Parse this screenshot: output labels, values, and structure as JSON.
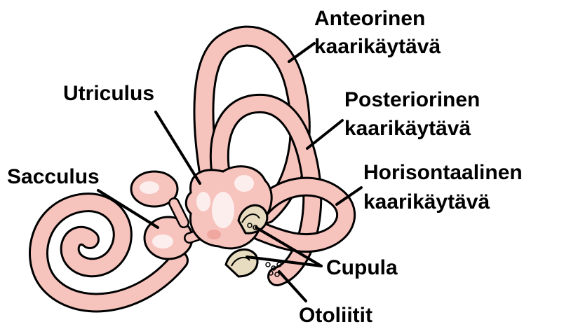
{
  "labels": {
    "anterior_line1": "Anteorinen",
    "anterior_line2": "kaarikäytävä",
    "posterior_line1": "Posteriorinen",
    "posterior_line2": "kaarikäytävä",
    "horizontal_line1": "Horisontaalinen",
    "horizontal_line2": "kaarikäytävä",
    "utriculus": "Utriculus",
    "sacculus": "Sacculus",
    "cupula": "Cupula",
    "otoliths": "Otoliitit"
  },
  "colors": {
    "tissue": "#f7c3bd",
    "tissue_highlight": "#fdeeee",
    "tissue_shadow": "#efa79f",
    "outline": "#000000",
    "cupula_fill": "#e8dcc0",
    "background": "#ffffff"
  }
}
